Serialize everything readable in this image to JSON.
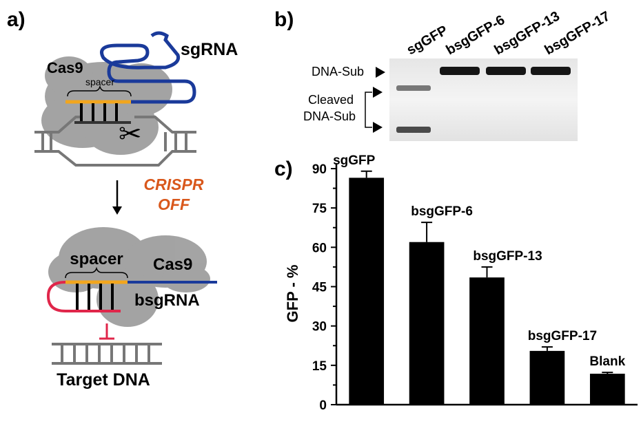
{
  "panel_a": {
    "letter": "a)",
    "top": {
      "cas9_label": "Cas9",
      "sgrna_label": "sgRNA",
      "spacer_label": "spacer",
      "scissors_glyph": "✂"
    },
    "middle": {
      "crispr_label": "CRISPR",
      "off_label": "OFF",
      "accent_color": "#d9581c"
    },
    "bottom": {
      "spacer_label": "spacer",
      "cas9_label": "Cas9",
      "bsgrna_label": "bsgRNA",
      "target_label": "Target DNA"
    },
    "colors": {
      "protein": "#9a9a9a",
      "rna_blue": "#1a3a9a",
      "spacer_orange": "#f2a61d",
      "hairpin_red": "#e0264a",
      "dna_gray": "#777777"
    }
  },
  "panel_b": {
    "letter": "b)",
    "lanes": [
      "sgGFP",
      "bsgGFP-6",
      "bsgGFP-13",
      "bsgGFP-17"
    ],
    "label_dna_sub": "DNA-Sub",
    "label_cleaved_line1": "Cleaved",
    "label_cleaved_line2": "DNA-Sub"
  },
  "panel_c": {
    "letter": "c)",
    "chart_data": {
      "type": "bar",
      "categories": [
        "sgGFP",
        "bsgGFP-6",
        "bsgGFP-13",
        "bsgGFP-17",
        "Blank"
      ],
      "values": [
        86.5,
        62,
        48.5,
        20.5,
        11.8
      ],
      "errors": [
        2.5,
        7.5,
        4,
        1.5,
        0.5
      ],
      "ylabel": "GFP - %",
      "ylim": [
        0,
        90
      ],
      "yticks": [
        0,
        15,
        30,
        45,
        60,
        75,
        90
      ],
      "bar_color": "#000000",
      "grid": false
    }
  }
}
